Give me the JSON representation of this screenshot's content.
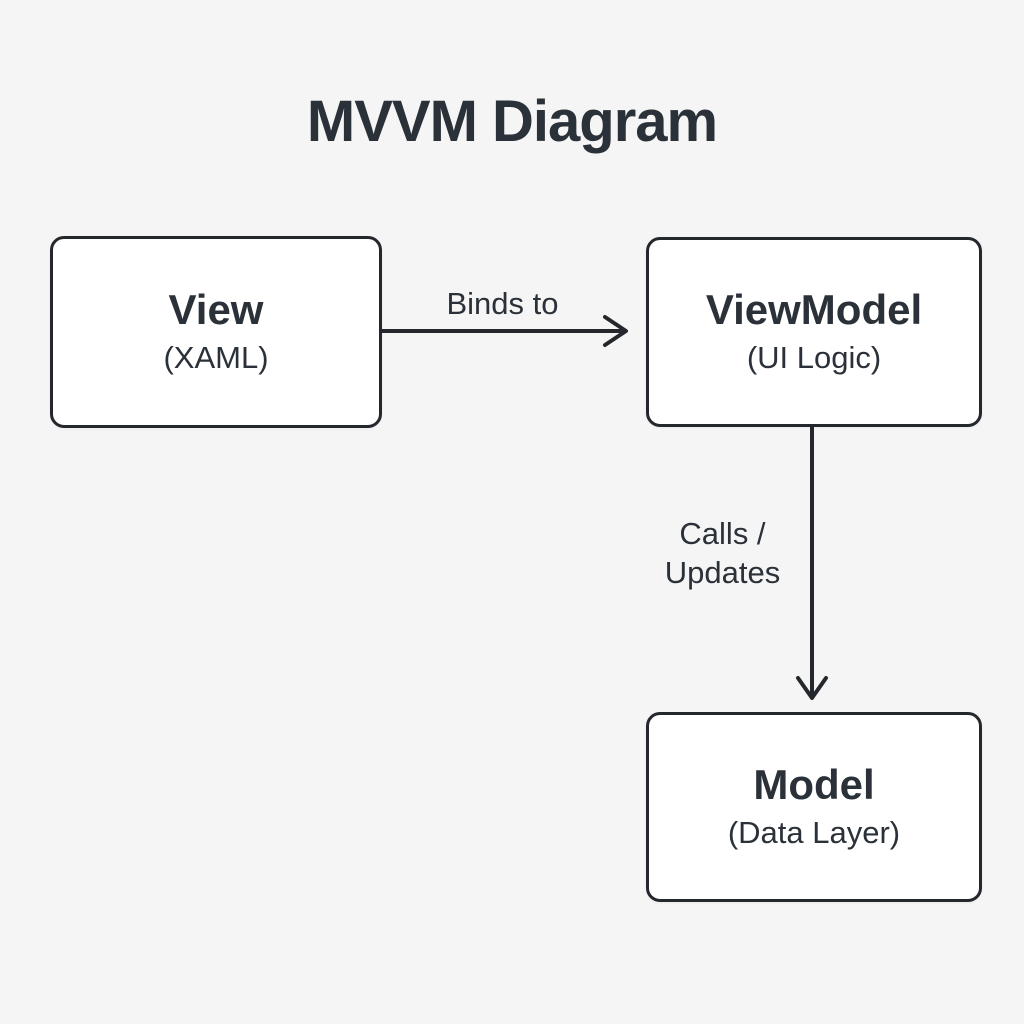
{
  "title": "MVVM Diagram",
  "nodes": {
    "view": {
      "title": "View",
      "subtitle": "(XAML)"
    },
    "viewmodel": {
      "title": "ViewModel",
      "subtitle": "(UI Logic)"
    },
    "model": {
      "title": "Model",
      "subtitle": "(Data Layer)"
    }
  },
  "edges": {
    "binds": {
      "label": "Binds to",
      "from": "View",
      "to": "ViewModel",
      "direction": "right"
    },
    "calls": {
      "label": "Calls / Updates",
      "from": "ViewModel",
      "to": "Model",
      "direction": "down"
    }
  },
  "colors": {
    "background": "#f5f5f6",
    "node_fill": "#ffffff",
    "node_border": "#24282c",
    "arrow": "#24282c",
    "text": "#2b3138"
  }
}
